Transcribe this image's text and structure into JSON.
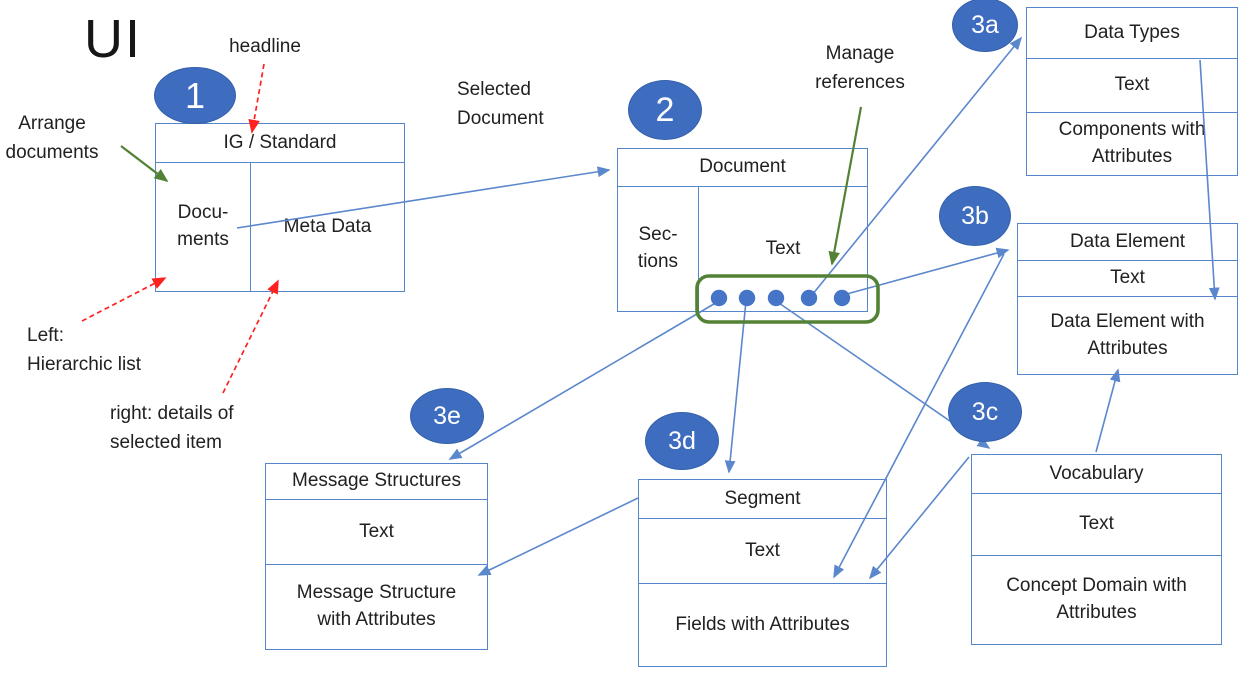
{
  "colors": {
    "connector-blue": "#5b87cc",
    "dot-blue": "#4674c6",
    "badge-blue": "#3e6cbe",
    "badge-edge": "#3560ab",
    "box-border": "#5585cd",
    "green": "#538135",
    "red": "#ff2020",
    "ink": "#212121"
  },
  "title": "UI",
  "badges": {
    "b1": "1",
    "b2": "2",
    "b3a": "3a",
    "b3b": "3b",
    "b3c": "3c",
    "b3d": "3d",
    "b3e": "3e"
  },
  "annotations": {
    "headline": "headline",
    "arrange_documents": "Arrange\ndocuments",
    "left_hierarchic": "Left:\nHierarchic list",
    "right_details": "right: details of\nselected item",
    "selected_document": "Selected\nDocument",
    "manage_references": "Manage\nreferences"
  },
  "boxes": {
    "ig_standard": {
      "header": "IG / Standard",
      "left": "Docu-\nments",
      "right": "Meta Data"
    },
    "document": {
      "header": "Document",
      "left": "Sec-\ntions",
      "right": "Text"
    },
    "data_types": {
      "header": "Data Types",
      "text": "Text",
      "detail": "Components with\nAttributes"
    },
    "data_element": {
      "header": "Data Element",
      "text": "Text",
      "detail": "Data Element with\nAttributes"
    },
    "vocabulary": {
      "header": "Vocabulary",
      "text": "Text",
      "detail": "Concept Domain with\nAttributes"
    },
    "segment": {
      "header": "Segment",
      "text": "Text",
      "detail": "Fields with Attributes"
    },
    "message_structures": {
      "header": "Message Structures",
      "text": "Text",
      "detail": "Message Structure\nwith Attributes"
    }
  }
}
